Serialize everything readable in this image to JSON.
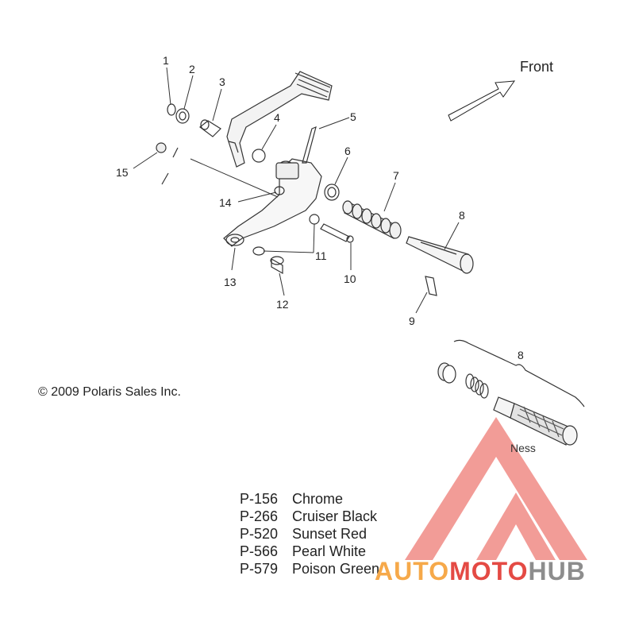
{
  "diagram": {
    "callouts": [
      "1",
      "2",
      "3",
      "4",
      "5",
      "6",
      "7",
      "8",
      "9",
      "10",
      "11",
      "12",
      "13",
      "14",
      "15"
    ],
    "kit_callout": "8",
    "front_label": "Front",
    "copyright": "© 2009 Polaris Sales Inc.",
    "finish_options": [
      {
        "code": "P-156",
        "name": "Chrome"
      },
      {
        "code": "P-266",
        "name": "Cruiser Black"
      },
      {
        "code": "P-520",
        "name": "Sunset Red"
      },
      {
        "code": "P-566",
        "name": "Pearl White"
      },
      {
        "code": "P-579",
        "name": "Poison Green"
      }
    ]
  },
  "watermark": {
    "tag": "Ness",
    "brand_part1": "AUTO",
    "brand_part2": "MOTO",
    "brand_part3": "HUB",
    "colors": {
      "red": "#e44a44",
      "orange": "#f6a94a",
      "gray": "#8d8d8d"
    }
  }
}
